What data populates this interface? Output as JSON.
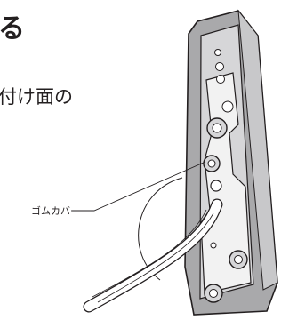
{
  "heading_fragment": "る",
  "body_text_fragment": "付け面の",
  "callout": {
    "label": "ゴムカバー"
  },
  "colors": {
    "text": "#231f20",
    "housing_fill": "#a9a9ab",
    "line": "#231f20"
  }
}
